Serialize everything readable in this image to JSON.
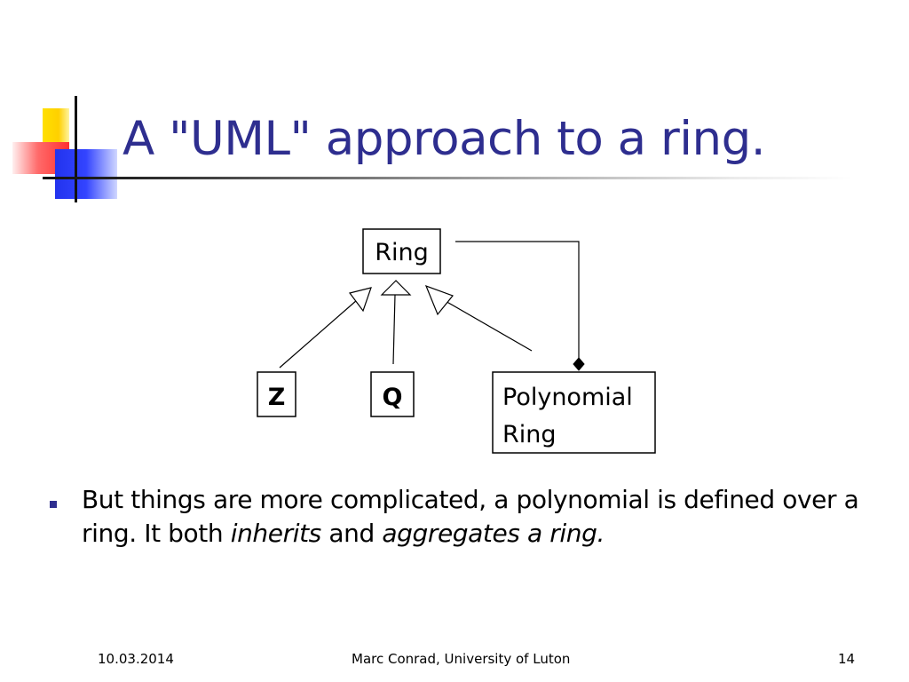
{
  "slide": {
    "title": "A \"UML\" approach to a ring."
  },
  "diagram": {
    "nodes": {
      "ring": "Ring",
      "z": "Z",
      "q": "Q",
      "polynomial_ring_line1": "Polynomial",
      "polynomial_ring_line2": "Ring"
    },
    "relations": [
      {
        "from": "Z",
        "to": "Ring",
        "kind": "inheritance"
      },
      {
        "from": "Q",
        "to": "Ring",
        "kind": "inheritance"
      },
      {
        "from": "Polynomial Ring",
        "to": "Ring",
        "kind": "inheritance"
      },
      {
        "from": "Ring",
        "to": "Polynomial Ring",
        "kind": "aggregation"
      }
    ]
  },
  "bullet": {
    "text_start": "But things are more complicated, a polynomial is defined over a ring. It both ",
    "emph_inherits": "inherits",
    "text_and": " and ",
    "emph_aggregates": "aggregates a ring."
  },
  "footer": {
    "date": "10.03.2014",
    "author": "Marc Conrad, University of Luton",
    "page": "14"
  },
  "colors": {
    "title": "#2e2e8f",
    "bullet": "#2e2e8f",
    "deco_yellow": "#ffe000",
    "deco_red": "#ff3030",
    "deco_blue": "#3344ff"
  }
}
